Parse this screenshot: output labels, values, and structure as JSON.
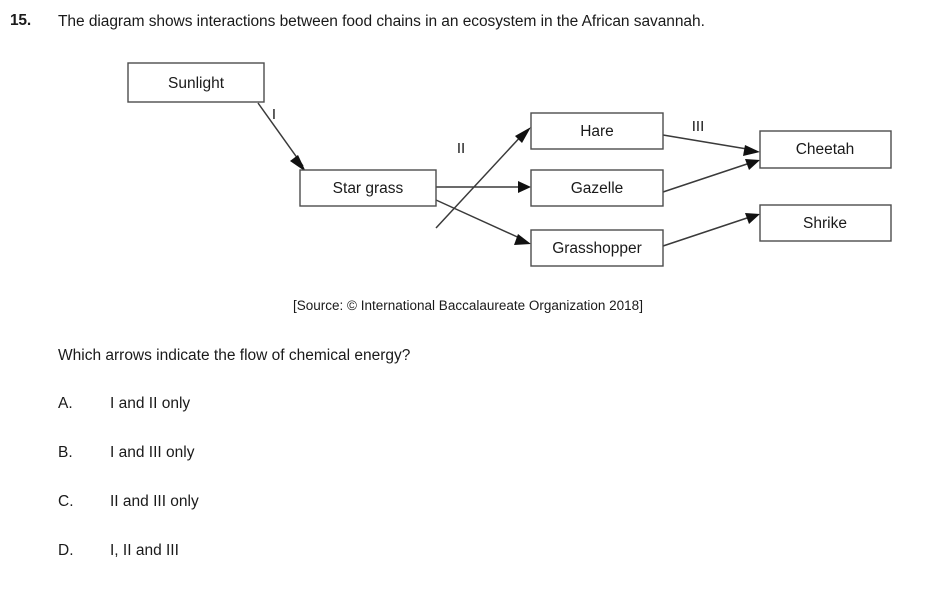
{
  "question": {
    "number": "15.",
    "stem": "The diagram shows interactions between food chains in an ecosystem in the African savannah.",
    "prompt": "Which arrows indicate the flow of chemical energy?",
    "source_credit": "[Source: © International Baccalaureate Organization 2018]"
  },
  "diagram": {
    "nodes": [
      {
        "id": "sunlight",
        "label": "Sunlight"
      },
      {
        "id": "star-grass",
        "label": "Star grass"
      },
      {
        "id": "hare",
        "label": "Hare"
      },
      {
        "id": "gazelle",
        "label": "Gazelle"
      },
      {
        "id": "grasshopper",
        "label": "Grasshopper"
      },
      {
        "id": "cheetah",
        "label": "Cheetah"
      },
      {
        "id": "shrike",
        "label": "Shrike"
      }
    ],
    "edges": [
      {
        "from": "sunlight",
        "to": "star-grass",
        "label": "I"
      },
      {
        "from": "star-grass",
        "to": "hare",
        "label": "II"
      },
      {
        "from": "star-grass",
        "to": "gazelle",
        "label": ""
      },
      {
        "from": "star-grass",
        "to": "grasshopper",
        "label": ""
      },
      {
        "from": "hare",
        "to": "cheetah",
        "label": "III"
      },
      {
        "from": "gazelle",
        "to": "cheetah",
        "label": ""
      },
      {
        "from": "grasshopper",
        "to": "shrike",
        "label": ""
      }
    ],
    "edge_labels": {
      "one": "I",
      "two": "II",
      "three": "III"
    }
  },
  "options": [
    {
      "letter": "A.",
      "text": "I and II only"
    },
    {
      "letter": "B.",
      "text": "I and III only"
    },
    {
      "letter": "C.",
      "text": "II and III only"
    },
    {
      "letter": "D.",
      "text": "I, II and III"
    }
  ]
}
